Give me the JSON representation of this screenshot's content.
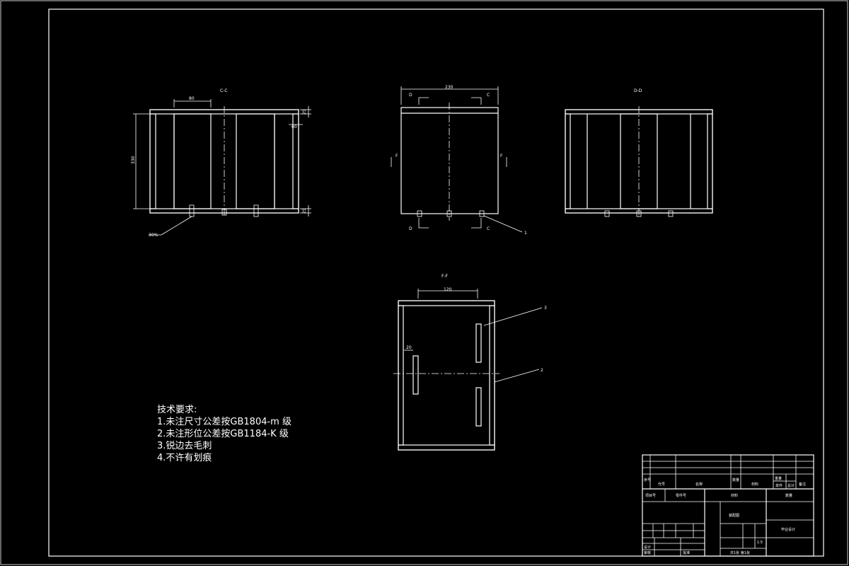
{
  "views": {
    "cc": {
      "title": "C-C",
      "dim_top": "80",
      "dim_left": "330",
      "dim_right_top": "25",
      "dim_right_mid": "60",
      "dim_right_bot": "25",
      "weld": "30%"
    },
    "front": {
      "dim_top": "230",
      "sec_c": "C",
      "sec_d": "D",
      "sec_f": "F",
      "callout": "1"
    },
    "dd": {
      "title": "D-D"
    },
    "ff": {
      "title": "F-F",
      "dim_top": "120",
      "dim_left": "20",
      "callout_top": "3",
      "callout_mid": "2"
    }
  },
  "tech_notes": {
    "heading": "技术要求:",
    "items": [
      "1.未注尺寸公差按GB1804-m   级",
      "2.未注形位公差按GB1184-K   级",
      "3.锐边去毛刺",
      "4.不许有划痕"
    ]
  },
  "title_block": {
    "col_seq": "序号",
    "col_code": "代号",
    "col_name": "名称",
    "col_qty": "数量",
    "col_material": "材料",
    "col_single": "单件",
    "col_total": "总计",
    "col_weight": "重量",
    "col_remark": "备注",
    "project_no": "项目号",
    "part_no": "零件号",
    "material": "材料",
    "qty": "数量",
    "assembly": "装配图",
    "design": "毕业设计",
    "scale": "1:5",
    "sheets": "共1张  第1张",
    "designer": "设计",
    "checker": "审核",
    "approver": "批准"
  }
}
